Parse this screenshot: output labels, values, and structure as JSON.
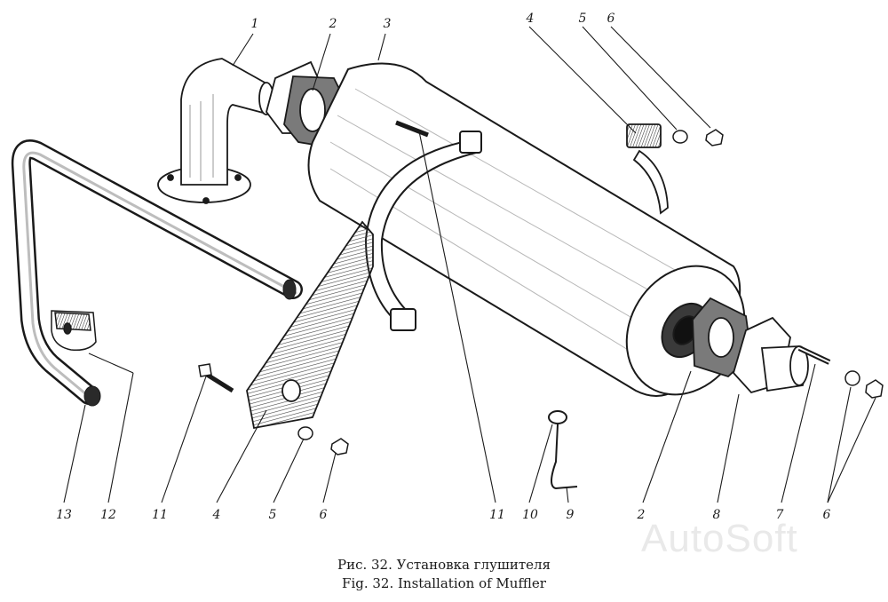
{
  "callouts": {
    "top": [
      "1",
      "2",
      "3",
      "4",
      "5",
      "6"
    ],
    "bottom": [
      "13",
      "12",
      "11",
      "4",
      "5",
      "6",
      "11",
      "10",
      "9",
      "2",
      "8",
      "7",
      "6"
    ]
  },
  "caption": {
    "ru": "Рис. 32. Установка глушителя",
    "en": "Fig. 32. Installation of Muffler"
  },
  "watermark": "AutoSoft",
  "colors": {
    "ink": "#1a1a1a",
    "shade": "#6e6e6e",
    "paper": "#ffffff"
  }
}
